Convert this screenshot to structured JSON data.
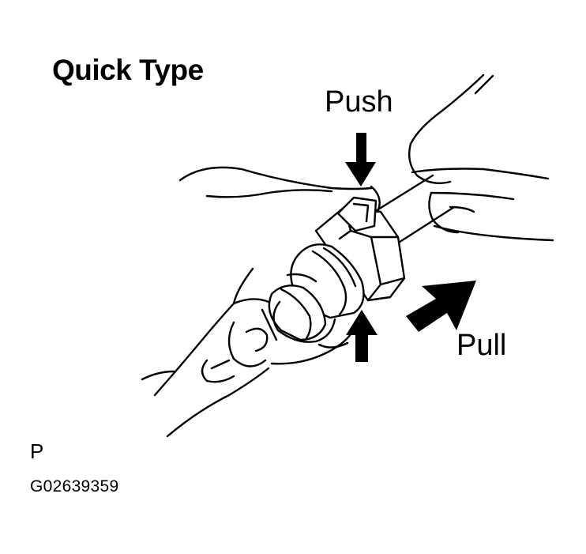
{
  "title": "Quick Type",
  "labels": {
    "push": "Push",
    "pull": "Pull"
  },
  "figure_code": {
    "letter": "P",
    "id": "G02639359"
  },
  "colors": {
    "ink": "#000000",
    "background": "#ffffff"
  }
}
